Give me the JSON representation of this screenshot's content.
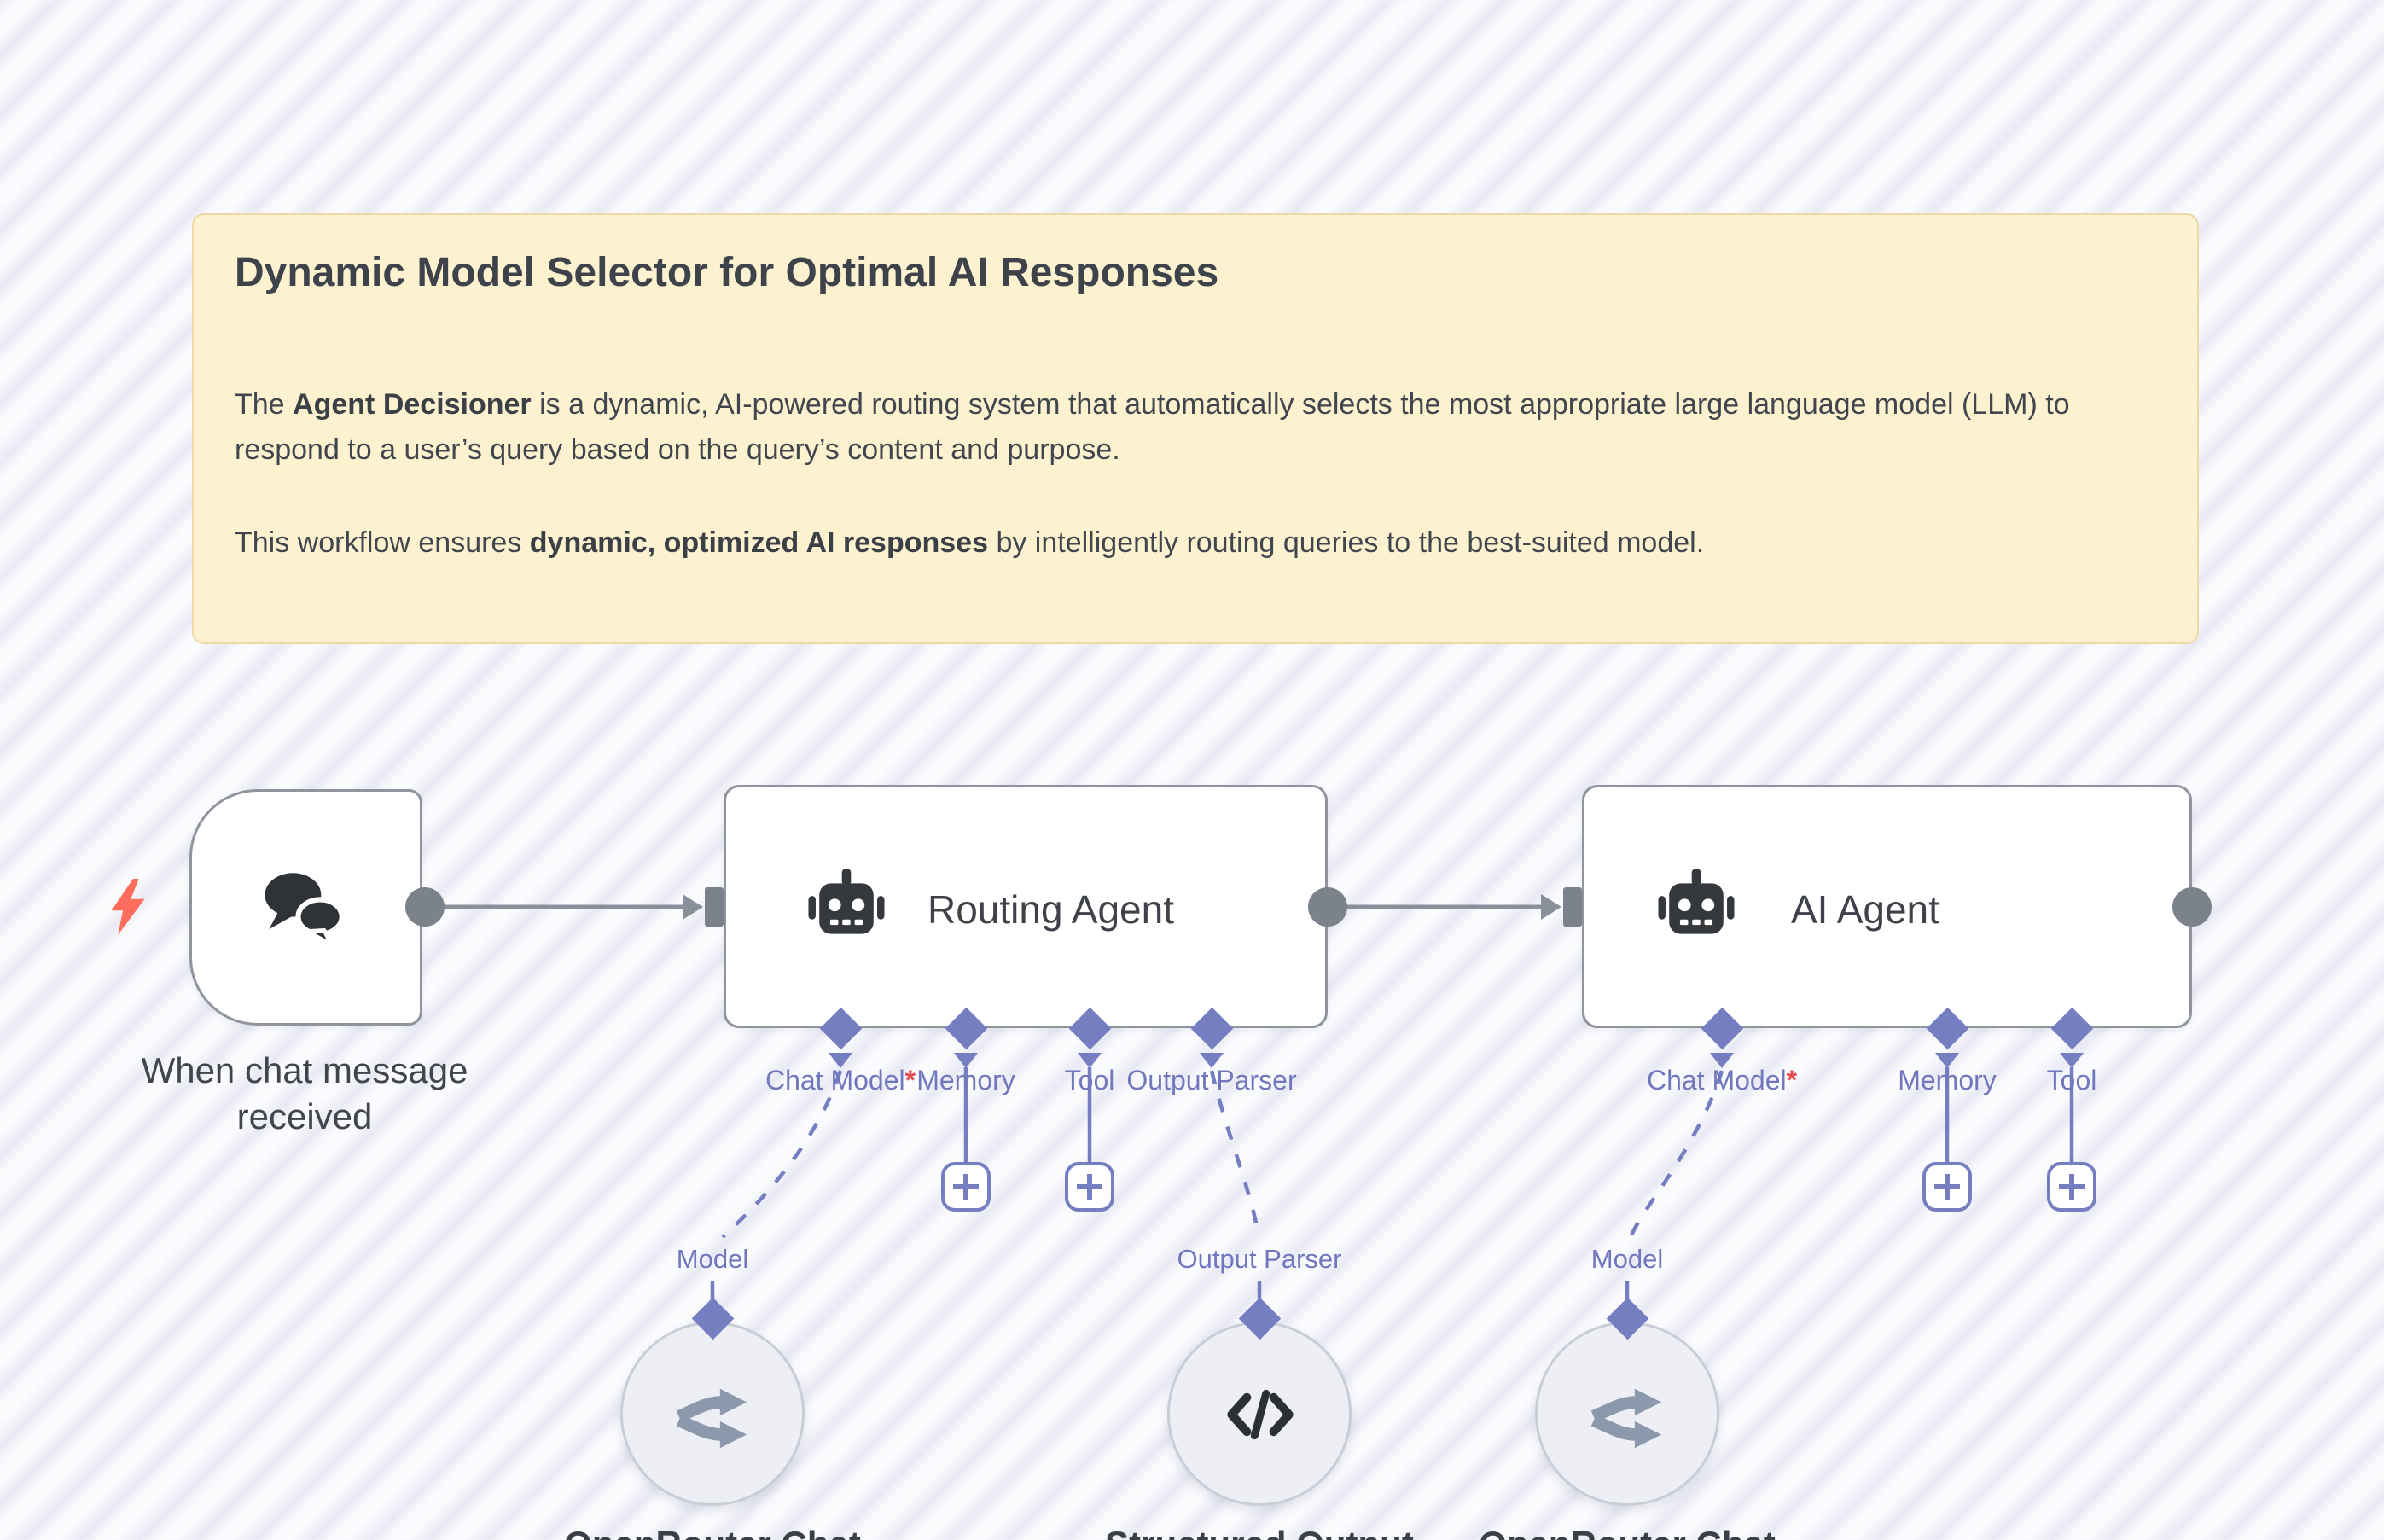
{
  "sticky": {
    "title": "Dynamic Model Selector for Optimal AI Responses",
    "p1_pre": "The ",
    "p1_bold": "Agent Decisioner",
    "p1_post": " is a dynamic, AI-powered routing system that automatically selects the most appropriate large language model (LLM) to respond to a user’s query based on the query’s content and purpose.",
    "p2_pre": "This workflow ensures ",
    "p2_bold": "dynamic, optimized AI responses",
    "p2_post": " by intelligently routing queries to the best-suited model."
  },
  "trigger": {
    "caption": "When chat message received"
  },
  "routing_agent": {
    "title": "Routing Agent",
    "port_labels": [
      "Chat Model",
      "Memory",
      "Tool",
      "Output Parser"
    ],
    "required_marker": "*"
  },
  "ai_agent": {
    "title": "AI Agent",
    "port_labels": [
      "Chat Model",
      "Memory",
      "Tool"
    ],
    "required_marker": "*"
  },
  "subnodes": [
    {
      "port_label": "Model",
      "name": "OpenRouter Chat"
    },
    {
      "port_label": "Output Parser",
      "name": "Structured Output"
    },
    {
      "port_label": "Model",
      "name": "OpenRouter Chat"
    }
  ],
  "colors": {
    "accent_purple": "#757ec0",
    "edge_gray": "#8a9099",
    "port_gray": "#7b828b",
    "sticky_bg": "#fdf2d0",
    "sticky_border": "#ecd9a4",
    "bolt_red": "#ff6e5c",
    "required_red": "#e5484d"
  }
}
